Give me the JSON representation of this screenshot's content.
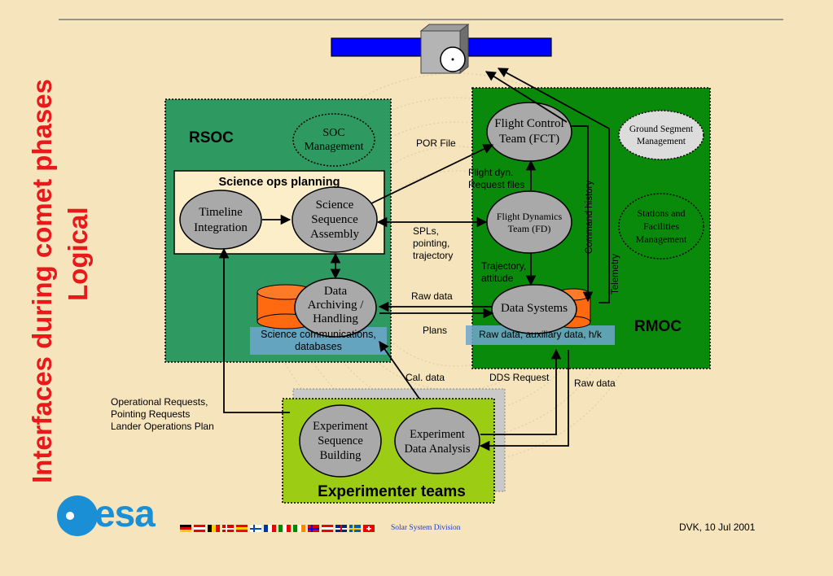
{
  "slide": {
    "title_line1": "Interfaces during comet phases",
    "title_line2": "Logical",
    "colors": {
      "background": "#f5e4bc",
      "title_red": "#e8191a",
      "rsoc_green": "#2e9a62",
      "rmoc_green": "#0a8a0a",
      "experimenter_green": "#9ccc14",
      "node_gray": "#a9a9a9",
      "disk_orange": "#ff6a10",
      "info_blue": "#6fa6cf"
    }
  },
  "diagram": {
    "rsoc": {
      "label": "RSOC"
    },
    "rmoc": {
      "label": "RMOC"
    },
    "experimenter": {
      "label": "Experimenter teams"
    },
    "science_planning": {
      "label": "Science ops planning"
    },
    "nodes": {
      "soc_management": {
        "line1": "SOC",
        "line2": "Management"
      },
      "timeline": {
        "line1": "Timeline",
        "line2": "Integration"
      },
      "ssa": {
        "line1": "Science",
        "line2": "Sequence",
        "line3": "Assembly"
      },
      "data_archiving": {
        "line1": "Data",
        "line2": "Archiving /",
        "line3": "Handling"
      },
      "fct": {
        "line1": "Flight Control",
        "line2": "Team (FCT)"
      },
      "fd": {
        "line1": "Flight Dynamics",
        "line2": "Team (FD)"
      },
      "data_systems": {
        "line1": "Data Systems"
      },
      "ground_segment": {
        "line1": "Ground Segment",
        "line2": "Management"
      },
      "stations": {
        "line1": "Stations and",
        "line2": "Facilities",
        "line3": "Management"
      },
      "esb": {
        "line1": "Experiment",
        "line2": "Sequence",
        "line3": "Building"
      },
      "eda": {
        "line1": "Experiment",
        "line2": "Data Analysis"
      }
    },
    "info_boxes": {
      "science_comm_line1": "Science communications,",
      "science_comm_line2": "databases",
      "raw_aux": "Raw data, auxiliary data, h/k"
    },
    "labels": {
      "por_file": "POR File",
      "flight_dyn_line1": "Flight dyn.",
      "flight_dyn_line2": "Request files",
      "spls_line1": "SPLs,",
      "spls_line2": "pointing,",
      "spls_line3": "trajectory",
      "trajectory_line1": "Trajectory,",
      "trajectory_line2": "attitude",
      "raw_data_mid": "Raw data",
      "plans": "Plans",
      "command_history": "Command history",
      "telemetry": "Telemetry",
      "cal_data": "Cal. data",
      "dds_request": "DDS Request",
      "raw_data_right": "Raw data",
      "op_req_line1": "Operational Requests,",
      "op_req_line2": "Pointing Requests",
      "op_req_line3": "Lander Operations Plan"
    }
  },
  "footer": {
    "logo_text": "esa",
    "division": "Solar System Division",
    "date": "DVK, 10 Jul 2001"
  }
}
